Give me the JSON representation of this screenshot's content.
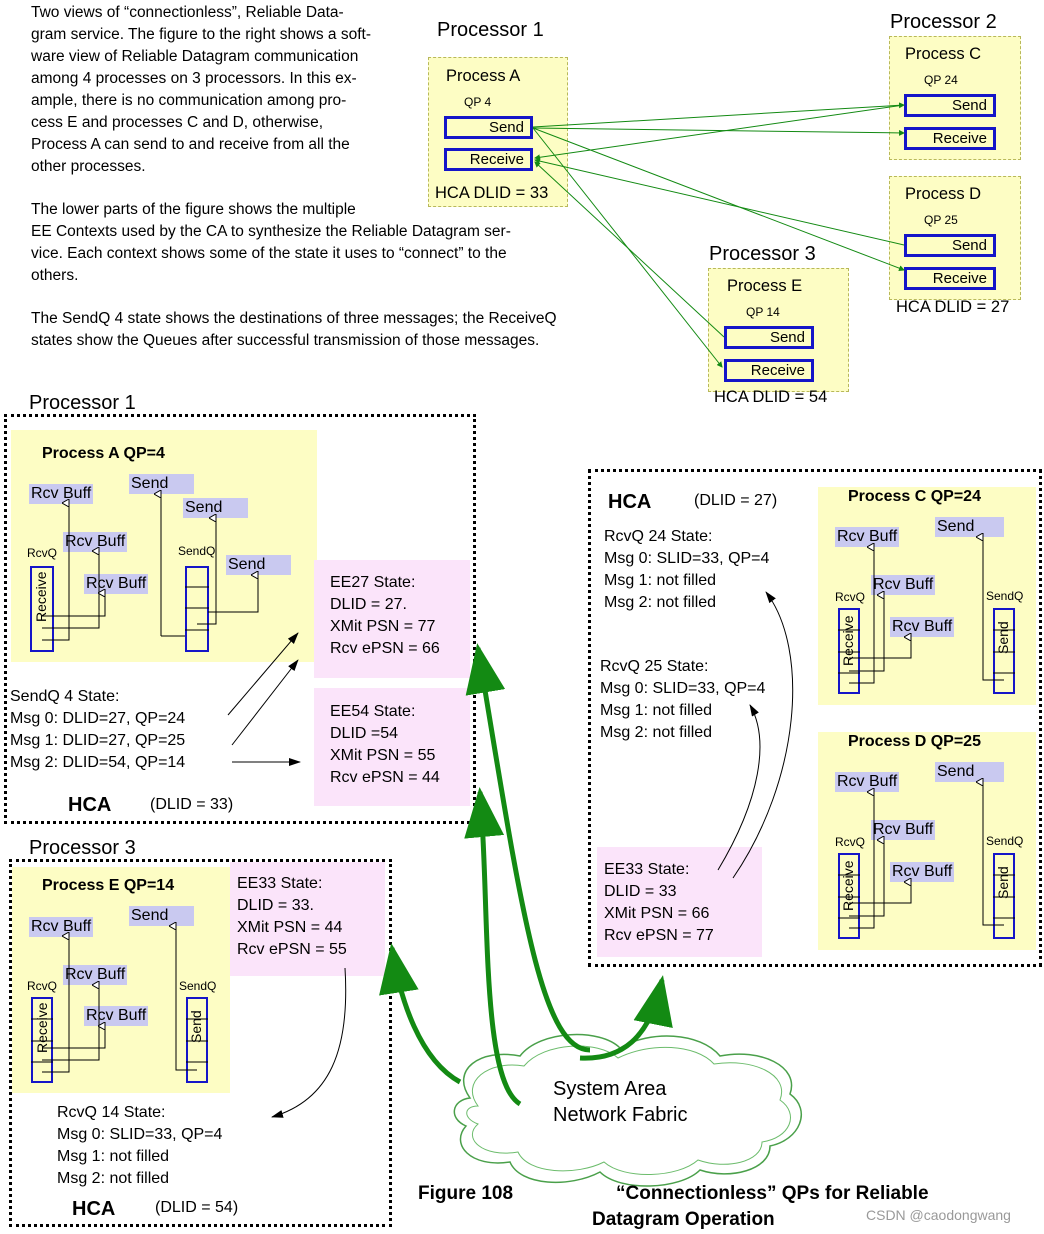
{
  "intro": {
    "para1": [
      "Two views of “connectionless”, Reliable Data-",
      "gram service. The figure to the right shows a soft-",
      "ware view of Reliable Datagram communication",
      "among 4 processes on 3 processors. In this ex-",
      "ample, there is no communication among pro-",
      "cess E and processes C and D, otherwise,",
      "Process A can send to and receive from all the",
      "other processes."
    ],
    "para2": [
      "The lower parts of the figure shows the multiple",
      "EE Contexts used by the CA to synthesize the Reliable Datagram ser-",
      "vice.   Each context shows some of the state it uses to “connect” to the",
      "others."
    ],
    "para3": [
      "The SendQ 4 state shows the destinations of three messages; the ReceiveQ",
      "states show the Queues after successful transmission of those messages."
    ]
  },
  "top": {
    "p1": {
      "processor": "Processor 1",
      "process": "Process A",
      "qp": "QP 4",
      "send": "Send",
      "receive": "Receive",
      "hca": "HCA DLID = 33"
    },
    "p2": {
      "processor": "Processor 2",
      "processC": "Process C",
      "qpC": "QP 24",
      "processD": "Process D",
      "qpD": "QP 25",
      "send": "Send",
      "receive": "Receive",
      "hca": "HCA DLID = 27"
    },
    "p3": {
      "processor": "Processor 3",
      "process": "Process E",
      "qp": "QP 14",
      "send": "Send",
      "receive": "Receive",
      "hca": "HCA DLID = 54"
    }
  },
  "lower": {
    "proc1": {
      "title": "Processor 1",
      "process": "Process A QP=4",
      "rcvbuff": "Rcv Buff",
      "send": "Send",
      "rcvq": "RcvQ",
      "sendq": "SendQ",
      "receive": "Receive",
      "ee27": [
        "EE27 State:",
        "DLID = 27.",
        "XMit PSN = 77",
        "Rcv ePSN = 66"
      ],
      "ee54": [
        "EE54 State:",
        "DLID =54",
        "XMit PSN = 55",
        "Rcv ePSN = 44"
      ],
      "sendq_state": [
        "SendQ 4 State:",
        "Msg 0: DLID=27, QP=24",
        "Msg 1: DLID=27, QP=25",
        "Msg 2: DLID=54, QP=14"
      ],
      "hca": "HCA",
      "dlid": "(DLID = 33)"
    },
    "proc2": {
      "hca": "HCA",
      "dlid": "(DLID = 27)",
      "rcvq24": [
        "RcvQ 24 State:",
        "Msg 0: SLID=33, QP=4",
        "Msg 1: not filled",
        "Msg 2: not filled"
      ],
      "rcvq25": [
        "RcvQ 25 State:",
        "Msg 0: SLID=33, QP=4",
        "Msg 1: not filled",
        "Msg 2: not filled"
      ],
      "ee33": [
        "EE33 State:",
        "DLID = 33",
        "XMit PSN = 66",
        "Rcv ePSN = 77"
      ],
      "processC": "Process C QP=24",
      "processD": "Process D QP=25",
      "rcvbuff": "Rcv Buff",
      "send": "Send",
      "rcvq": "RcvQ",
      "sendq": "SendQ",
      "receive": "Receive",
      "sendv": "Send"
    },
    "proc3": {
      "title": "Processor 3",
      "process": "Process E QP=14",
      "rcvbuff": "Rcv Buff",
      "send": "Send",
      "rcvq": "RcvQ",
      "sendq": "SendQ",
      "receive": "Receive",
      "sendv": "Send",
      "ee33": [
        "EE33 State:",
        "DLID = 33.",
        "XMit PSN = 44",
        "Rcv ePSN = 55"
      ],
      "rcvq14": [
        "RcvQ 14 State:",
        "Msg 0: SLID=33, QP=4",
        "Msg 1: not filled",
        "Msg 2: not filled"
      ],
      "hca": "HCA",
      "dlid": "(DLID = 54)"
    }
  },
  "cloud": [
    "System Area",
    "Network Fabric"
  ],
  "caption": {
    "number": "Figure 108",
    "title1": "“Connectionless” QPs for Reliable",
    "title2": "Datagram Operation"
  },
  "watermark": "CSDN @caodongwang",
  "colors": {
    "green": "#138a13",
    "blue": "#1515c8",
    "yellow": "#fdfdc4",
    "pink": "#fbe4fa",
    "lavender": "#c9c9f0"
  }
}
